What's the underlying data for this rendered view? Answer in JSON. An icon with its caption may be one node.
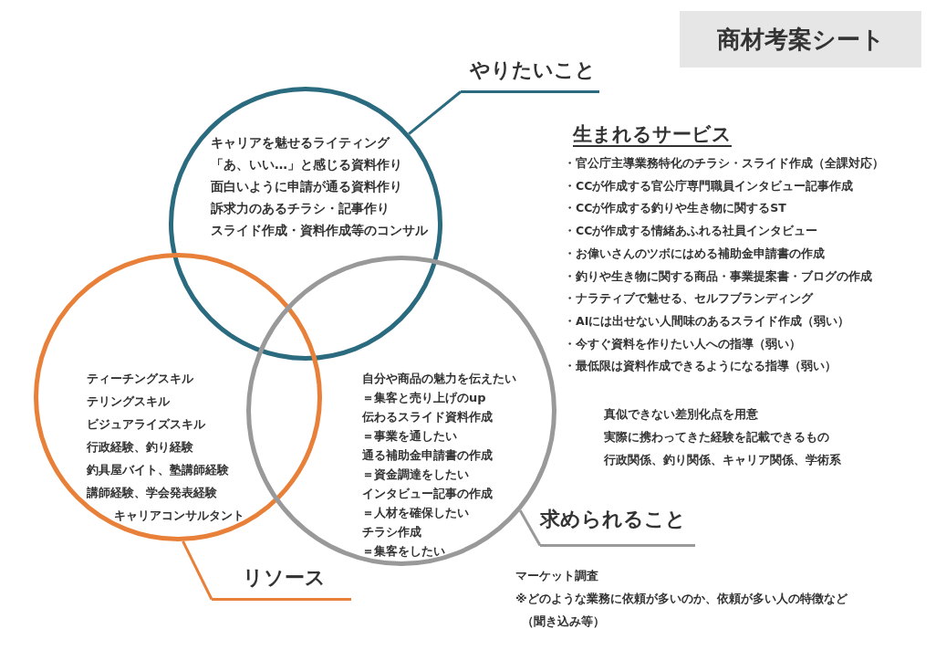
{
  "diagram": {
    "title": "商材考案シート",
    "nodes": [
      {
        "text": [
          "キャリアを魅せるライティング",
          "「あ、いい…」と感じる資料作り",
          "面白いように申請が通る資料作り",
          "訴求力のあるチラシ・記事作り",
          "スライド作成・資料作成等のコンサル"
        ]
      },
      {
        "text": [
          "やりたいこと"
        ]
      },
      {
        "text": [
          "ティーチングスキル",
          "テリングスキル",
          "ビジュアライズスキル",
          "行政経験、釣り経験",
          "釣具屋バイト、塾講師経験",
          "講師経験、学会発表経験",
          "キャリアコンサルタント"
        ]
      },
      {
        "text": [
          "リソース"
        ]
      },
      {
        "text": [
          "自分や商品の魅力を伝えたい",
          "＝集客と売り上げのup",
          "伝わるスライド資料作成",
          "＝事業を通したい",
          "通る補助金申請書の作成",
          "＝資金調達をしたい",
          "インタビュー記事の作成",
          "＝人材を確保したい",
          "チラシ作成",
          "＝集客をしたい"
        ]
      },
      {
        "text": [
          "求められること"
        ]
      }
    ],
    "edges": [
      {
        "from": 1,
        "to": 0,
        "arrow": "none",
        "color": "#2b6b80"
      },
      {
        "from": 3,
        "to": 2,
        "arrow": "none",
        "color": "#e8803a"
      },
      {
        "from": 5,
        "to": 4,
        "arrow": "none",
        "color": "#999999"
      }
    ],
    "labels": [
      "生まれるサービス",
      "・官公庁主導業務特化のチラシ・スライド作成（全課対応）",
      "・CCが作成する官公庁専門職員インタビュー記事作成",
      "・CCが作成する釣りや生き物に関するST",
      "・CCが作成する情緒あふれる社員インタビュー",
      "・お偉いさんのツボにはめる補助金申請書の作成",
      "・釣りや生き物に関する商品・事業提案書・ブログの作成",
      "・ナラティブで魅せる、セルフブランディング",
      "・AIには出せない人間味のあるスライド作成（弱い）",
      "・今すぐ資料を作りたい人への指導（弱い）",
      "・最低限は資料作成できるようになる指導（弱い）",
      "真似できない差別化点を用意",
      "実際に携わってきた経験を記載できるもの",
      "行政関係、釣り関係、キャリア関係、学術系",
      "マーケット調査",
      "※どのような業務に依頼が多いのか、依頼が多い人の特徴など",
      "（聞き込み等）"
    ]
  }
}
